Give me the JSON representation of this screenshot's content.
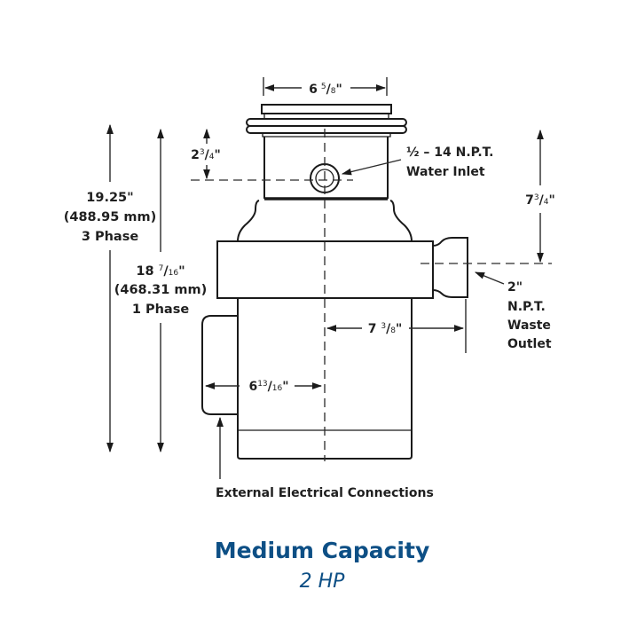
{
  "dimensions": {
    "top_width": {
      "whole": "6",
      "num": "5",
      "den": "8",
      "unit": "\""
    },
    "inlet_height": {
      "whole": "2",
      "num": "3",
      "den": "4",
      "unit": "\""
    },
    "overall_3phase": {
      "value": "19.25\"",
      "mm": "(488.95 mm)",
      "phase": "3 Phase"
    },
    "overall_1phase": {
      "whole": "18 ",
      "num": "7",
      "den": "16",
      "unit": "\"",
      "mm": "(468.31 mm)",
      "phase": "1 Phase"
    },
    "outlet_height": {
      "whole": "7",
      "num": "3",
      "den": "4",
      "unit": "\""
    },
    "outlet_reach": {
      "whole": "7 ",
      "num": "3",
      "den": "8",
      "unit": "\""
    },
    "electrical_reach": {
      "whole": "6",
      "num": "13",
      "den": "16",
      "unit": "\""
    }
  },
  "callouts": {
    "water_inlet_line1": "½ – 14 N.P.T.",
    "water_inlet_line2": "Water Inlet",
    "waste_outlet_line1": "2\"",
    "waste_outlet_line2": "N.P.T.",
    "waste_outlet_line3": "Waste",
    "waste_outlet_line4": "Outlet",
    "electrical": "External Electrical Connections"
  },
  "footer": {
    "title": "Medium Capacity",
    "subtitle": "2 HP"
  },
  "colors": {
    "title": "#0d4f85",
    "lines": "#1a1a1a"
  }
}
